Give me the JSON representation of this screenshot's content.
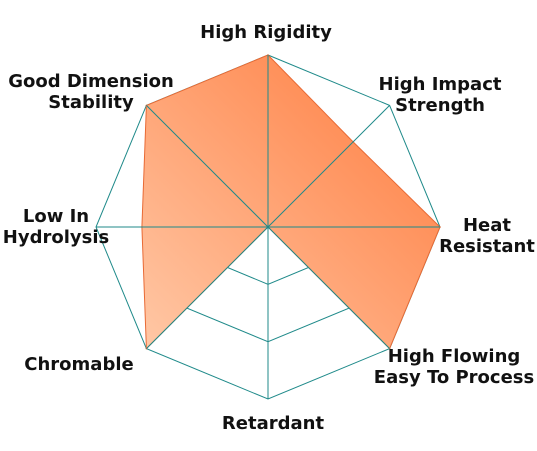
{
  "chart_data": {
    "type": "radar",
    "axes": [
      {
        "name": "High Rigidity",
        "lines": [
          "High Rigidity"
        ]
      },
      {
        "name": "High Impact Strength",
        "lines": [
          "High Impact",
          "Strength"
        ]
      },
      {
        "name": "Heat Resistant",
        "lines": [
          "Heat",
          "Resistant"
        ]
      },
      {
        "name": "High Flowing Easy To Process",
        "lines": [
          "High Flowing",
          "Easy To Process"
        ]
      },
      {
        "name": "Retardant",
        "lines": [
          "Retardant"
        ]
      },
      {
        "name": "Chromable",
        "lines": [
          "Chromable"
        ]
      },
      {
        "name": "Low In Hydrolysis",
        "lines": [
          "Low In",
          "Hydrolysis"
        ]
      },
      {
        "name": "Good Dimension Stability",
        "lines": [
          "Good Dimension",
          "Stability"
        ]
      }
    ],
    "levels": 3,
    "series": [
      {
        "values": [
          3,
          2.1,
          3,
          3,
          0,
          3,
          2.2,
          3
        ]
      }
    ],
    "range": [
      0,
      3
    ],
    "grid": true,
    "legend": "none",
    "colors": {
      "grid": "#1f8a8a",
      "fill_light": "#ffc8a6",
      "fill_dark": "#ff7a3c",
      "outline": "#e86a35",
      "label": "#111111"
    }
  }
}
